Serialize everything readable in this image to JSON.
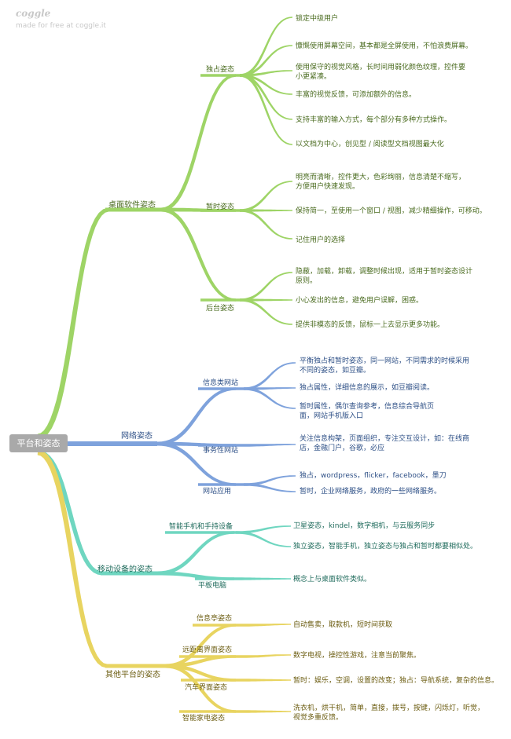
{
  "brand": {
    "logo": "coggle",
    "tagline": "made for free at coggle.it"
  },
  "root": "平台和姿态",
  "colors": {
    "desktop": "#9ed466",
    "web": "#7ea2dc",
    "mobile": "#6fd6c0",
    "other": "#e8d460",
    "root": "#a9a9a9"
  },
  "branches": [
    {
      "label": "桌面软件姿态",
      "groups": [
        {
          "label": "独占姿态",
          "leaves": [
            "锁定中级用户",
            "慷慨使用屏幕空间，基本都是全屏使用，不怕浪费屏幕。",
            "使用保守的视觉风格，长时间用弱化颜色纹理，控件要小更紧凑。",
            "丰富的视觉反馈，可添加额外的信息。",
            "支持丰富的输入方式，每个部分有多种方式操作。",
            "以文档为中心，创见型 / 阅读型文档视图最大化"
          ]
        },
        {
          "label": "暂时姿态",
          "leaves": [
            "明亮而清晰，控件更大，色彩绚丽，信息清楚不缩写，方便用户快速发现。",
            "保持简一，至使用一个窗口 / 视图，减少精细操作，可移动。",
            "记住用户的选择"
          ]
        },
        {
          "label": "后台姿态",
          "leaves": [
            "隐蔽，加载，卸载，调整时候出现，适用于暂时姿态设计原则。",
            "小心发出的信息，避免用户误解，困惑。",
            "提供非模态的反馈，鼠标一上去显示更多功能。"
          ]
        }
      ]
    },
    {
      "label": "网络姿态",
      "groups": [
        {
          "label": "信息类网站",
          "leaves": [
            "平衡独占和暂时姿态，同一网站，不同需求的时候采用不同的姿态，如豆瓣。",
            "独占属性，详细信息的展示，如豆瓣阅读。",
            "暂时属性，偶尔查询参考，信息综合导航页面，网站手机版入口"
          ]
        },
        {
          "label": "事务性网站",
          "leaves": [
            "关注信息构架，页面组织，专注交互设计，如：在线商店，金融门户，谷歌，必应"
          ]
        },
        {
          "label": "网站应用",
          "leaves": [
            "独占，wordpress，flicker，facebook，墨刀",
            "暂时，企业网络服务，政府的一些网络服务。"
          ]
        }
      ]
    },
    {
      "label": "移动设备的姿态",
      "groups": [
        {
          "label": "智能手机和手持设备",
          "leaves": [
            "卫星姿态，kindel，数字相机，与云服务同步",
            "独立姿态，智能手机，独立姿态与独占和暂时都要相似处。"
          ]
        },
        {
          "label": "平板电脑",
          "leaves": [
            "概念上与桌面软件类似。"
          ]
        }
      ]
    },
    {
      "label": "其他平台的姿态",
      "groups": [
        {
          "label": "信息亭姿态",
          "leaves": [
            "自动售卖，取款机，短时间获取"
          ]
        },
        {
          "label": "远距离界面姿态",
          "leaves": [
            "数字电视，操控性游戏，注意当前聚焦。"
          ]
        },
        {
          "label": "汽车界面姿态",
          "leaves": [
            "暂时：娱乐，空调，设置的改变；独占：导航系统，复杂的信息。"
          ]
        },
        {
          "label": "智能家电姿态",
          "leaves": [
            "洗衣机，烘干机，简单，直接，拨号，按键，闪烁灯，听觉，视觉多重反馈。"
          ]
        }
      ]
    }
  ]
}
